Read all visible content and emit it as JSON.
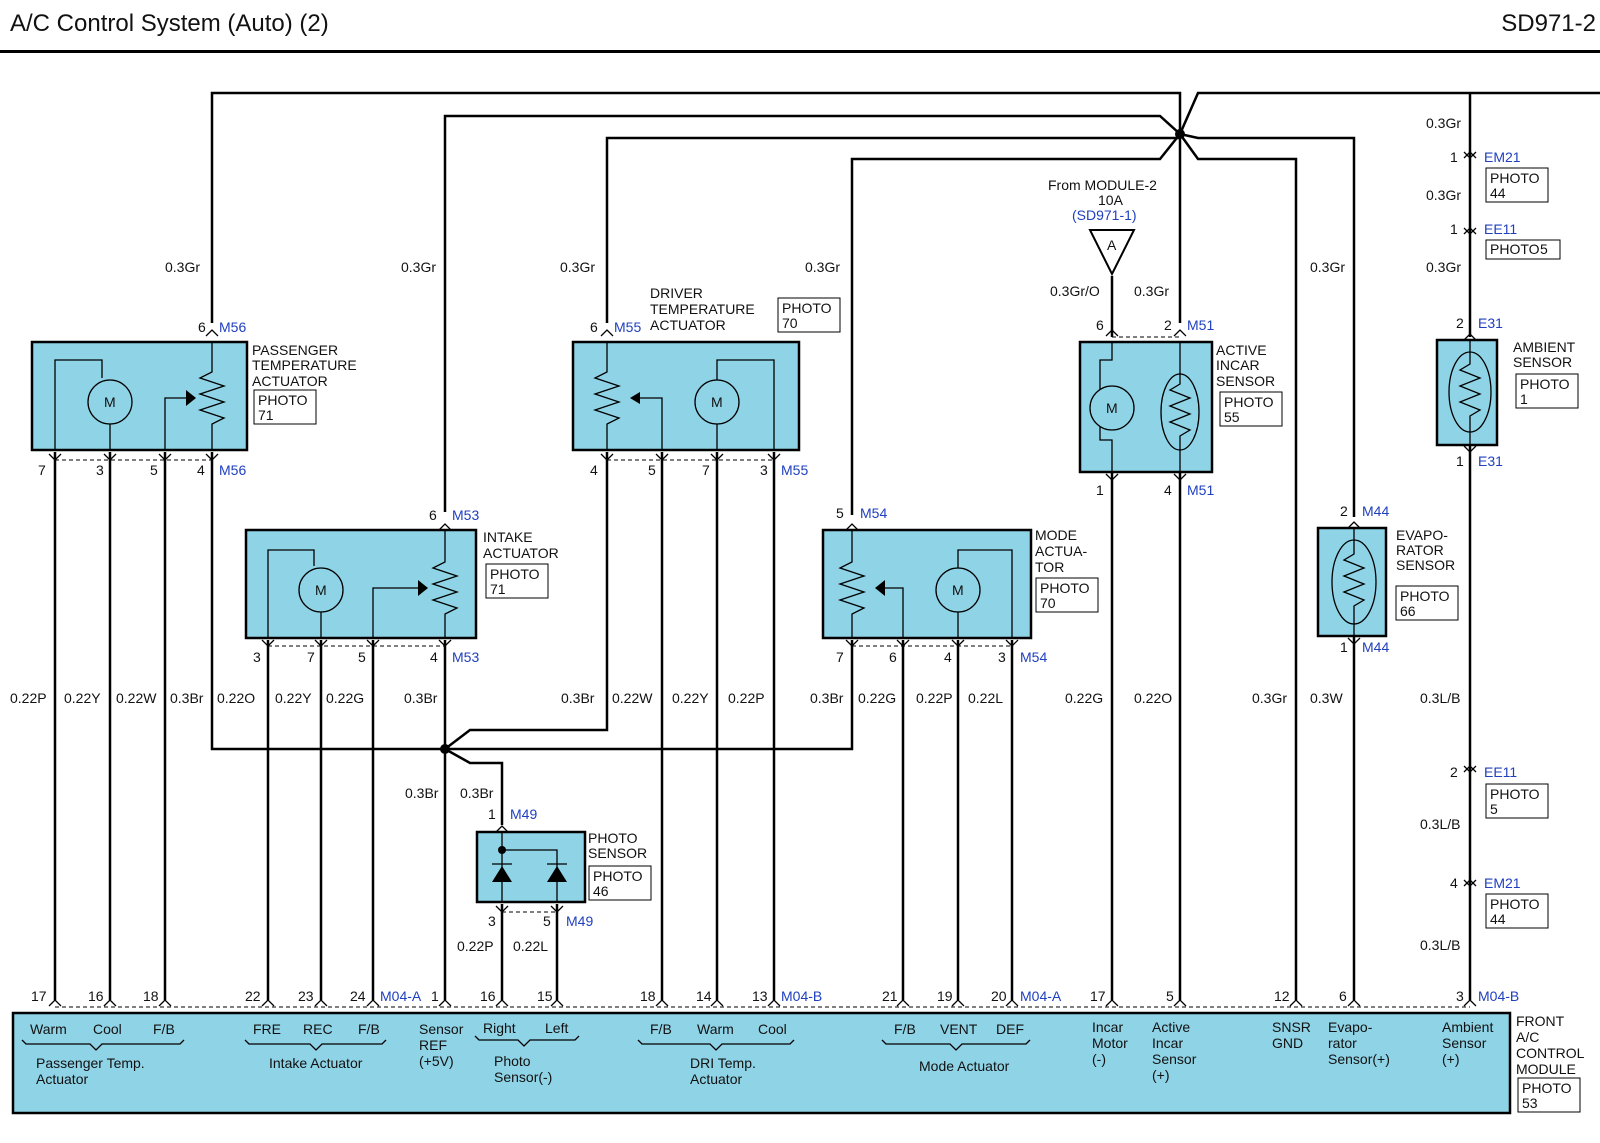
{
  "header": {
    "title": "A/C Control System (Auto) (2)",
    "code": "SD971-2"
  },
  "wire_0_3Gr": "0.3Gr",
  "wire_0_3GrO": "0.3Gr/O",
  "wire_0_3Br": "0.3Br",
  "wire_0_22P": "0.22P",
  "wire_0_22Y": "0.22Y",
  "wire_0_22W": "0.22W",
  "wire_0_22O": "0.22O",
  "wire_0_22G": "0.22G",
  "wire_0_22L": "0.22L",
  "wire_0_3W": "0.3W",
  "wire_0_3LB": "0.3L/B",
  "motor_symbol": "M",
  "photo_label": "PHOTO",
  "pins": {
    "p1": "1",
    "p2": "2",
    "p3": "3",
    "p4": "4",
    "p5": "5",
    "p6": "6",
    "p7": "7",
    "p12": "12",
    "p13": "13",
    "p14": "14",
    "p15": "15",
    "p16": "16",
    "p17": "17",
    "p18": "18",
    "p19": "19",
    "p20": "20",
    "p21": "21",
    "p22": "22",
    "p23": "23",
    "p24": "24"
  },
  "connectors": {
    "M56": "M56",
    "M53": "M53",
    "M55": "M55",
    "M54": "M54",
    "M51": "M51",
    "M44": "M44",
    "M49": "M49",
    "E31": "E31",
    "EM21": "EM21",
    "EE11": "EE11",
    "M04A": "M04-A",
    "M04B": "M04-B"
  },
  "passenger_actuator": {
    "l1": "PASSENGER",
    "l2": "TEMPERATURE",
    "l3": "ACTUATOR",
    "photo": "71"
  },
  "intake_actuator": {
    "l1": "INTAKE",
    "l2": "ACTUATOR",
    "photo": "71"
  },
  "driver_actuator": {
    "l1": "DRIVER",
    "l2": "TEMPERATURE",
    "l3": "ACTUATOR",
    "photo": "70"
  },
  "mode_actuator": {
    "l1": "MODE",
    "l2": "ACTUA-",
    "l3": "TOR",
    "photo": "70"
  },
  "active_incar": {
    "l1": "ACTIVE",
    "l2": "INCAR",
    "l3": "SENSOR",
    "photo": "55"
  },
  "ambient": {
    "l1": "AMBIENT",
    "l2": "SENSOR",
    "photo": "1"
  },
  "evaporator": {
    "l1": "EVAPO-",
    "l2": "RATOR",
    "l3": "SENSOR",
    "photo": "66"
  },
  "photo_sensor": {
    "l1": "PHOTO",
    "l2": "SENSOR",
    "photo": "46"
  },
  "from_module": {
    "l1": "From MODULE-2",
    "l2": "10A",
    "ref": "(SD971-1)",
    "node": "A"
  },
  "splice_photos": {
    "em21": "44",
    "ee11": "5"
  },
  "module": {
    "name1": "FRONT",
    "name2": "A/C",
    "name3": "CONTROL",
    "name4": "MODULE",
    "photo": "53",
    "warm": "Warm",
    "cool": "Cool",
    "fb": "F/B",
    "fre": "FRE",
    "rec": "REC",
    "right": "Right",
    "left": "Left",
    "vent": "VENT",
    "def": "DEF",
    "pt1": "Passenger Temp.",
    "pt2": "Actuator",
    "intake": "Intake Actuator",
    "sr1": "Sensor",
    "sr2": "REF",
    "sr3": "(+5V)",
    "ps1": "Photo",
    "ps2": "Sensor(-)",
    "dri1": "DRI Temp.",
    "dri2": "Actuator",
    "mode": "Mode Actuator",
    "im1": "Incar",
    "im2": "Motor",
    "im3": "(-)",
    "ai1": "Active",
    "ai2": "Incar",
    "ai3": "Sensor",
    "ai4": "(+)",
    "sg1": "SNSR",
    "sg2": "GND",
    "ev1": "Evapo-",
    "ev2": "rator",
    "ev3": "Sensor(+)",
    "am1": "Ambient",
    "am2": "Sensor",
    "am3": "(+)"
  }
}
